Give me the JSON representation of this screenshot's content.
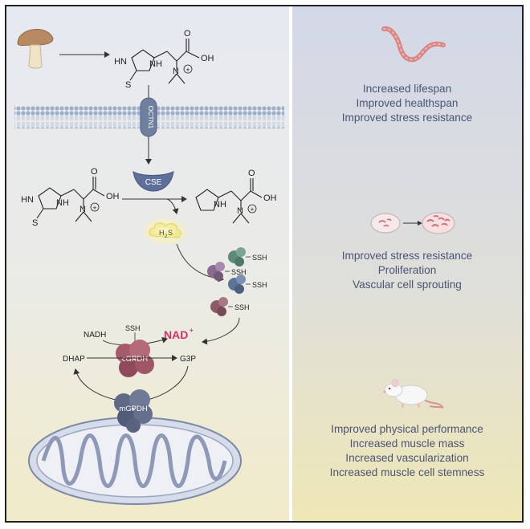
{
  "pathway": {
    "transporter_label": "OCTN1",
    "enzyme_label": "CSE",
    "h2s_label": "H",
    "h2s_sub": "2",
    "h2s_tail": "S",
    "ssh_label": "SSH",
    "nadh_label": "NADH",
    "nad_label": "NAD",
    "nad_sup": "+",
    "dhap_label": "DHAP",
    "g3p_label": "G3P",
    "cgpdh_label": "cGPDH",
    "mgpdh_label": "mGPDH",
    "ergo_atoms": {
      "hn": "HN",
      "nh": "NH",
      "s": "S",
      "oh": "OH",
      "o": "O",
      "n": "N",
      "plus": "+"
    },
    "hercynine_atoms": {
      "nh": "NH",
      "oh": "OH",
      "o": "O",
      "n": "N",
      "plus": "+"
    }
  },
  "outcomes": {
    "worm": [
      "Increased lifespan",
      "Improved healthspan",
      "Improved stress resistance"
    ],
    "cells": [
      "Improved stress resistance",
      "Proliferation",
      "Vascular cell sprouting"
    ],
    "mouse": [
      "Improved physical performance",
      "Increased muscle mass",
      "Increased vascularization",
      "Increased muscle cell stemness"
    ]
  },
  "icons": [
    "mushroom-icon",
    "worm-icon",
    "petri-dish-icon",
    "mouse-icon",
    "mitochondrion-icon",
    "enzyme-cse-icon",
    "protein-icon"
  ],
  "colors": {
    "membrane": "#8fa4c0",
    "cse": "#5e6f9a",
    "h2s_glow": "#f4ee9a",
    "nad": "#d0336c",
    "cgpdh": "#a55a6a",
    "mgpdh": "#5e6a86",
    "text": "#4a5573",
    "worm": "#d98484"
  }
}
